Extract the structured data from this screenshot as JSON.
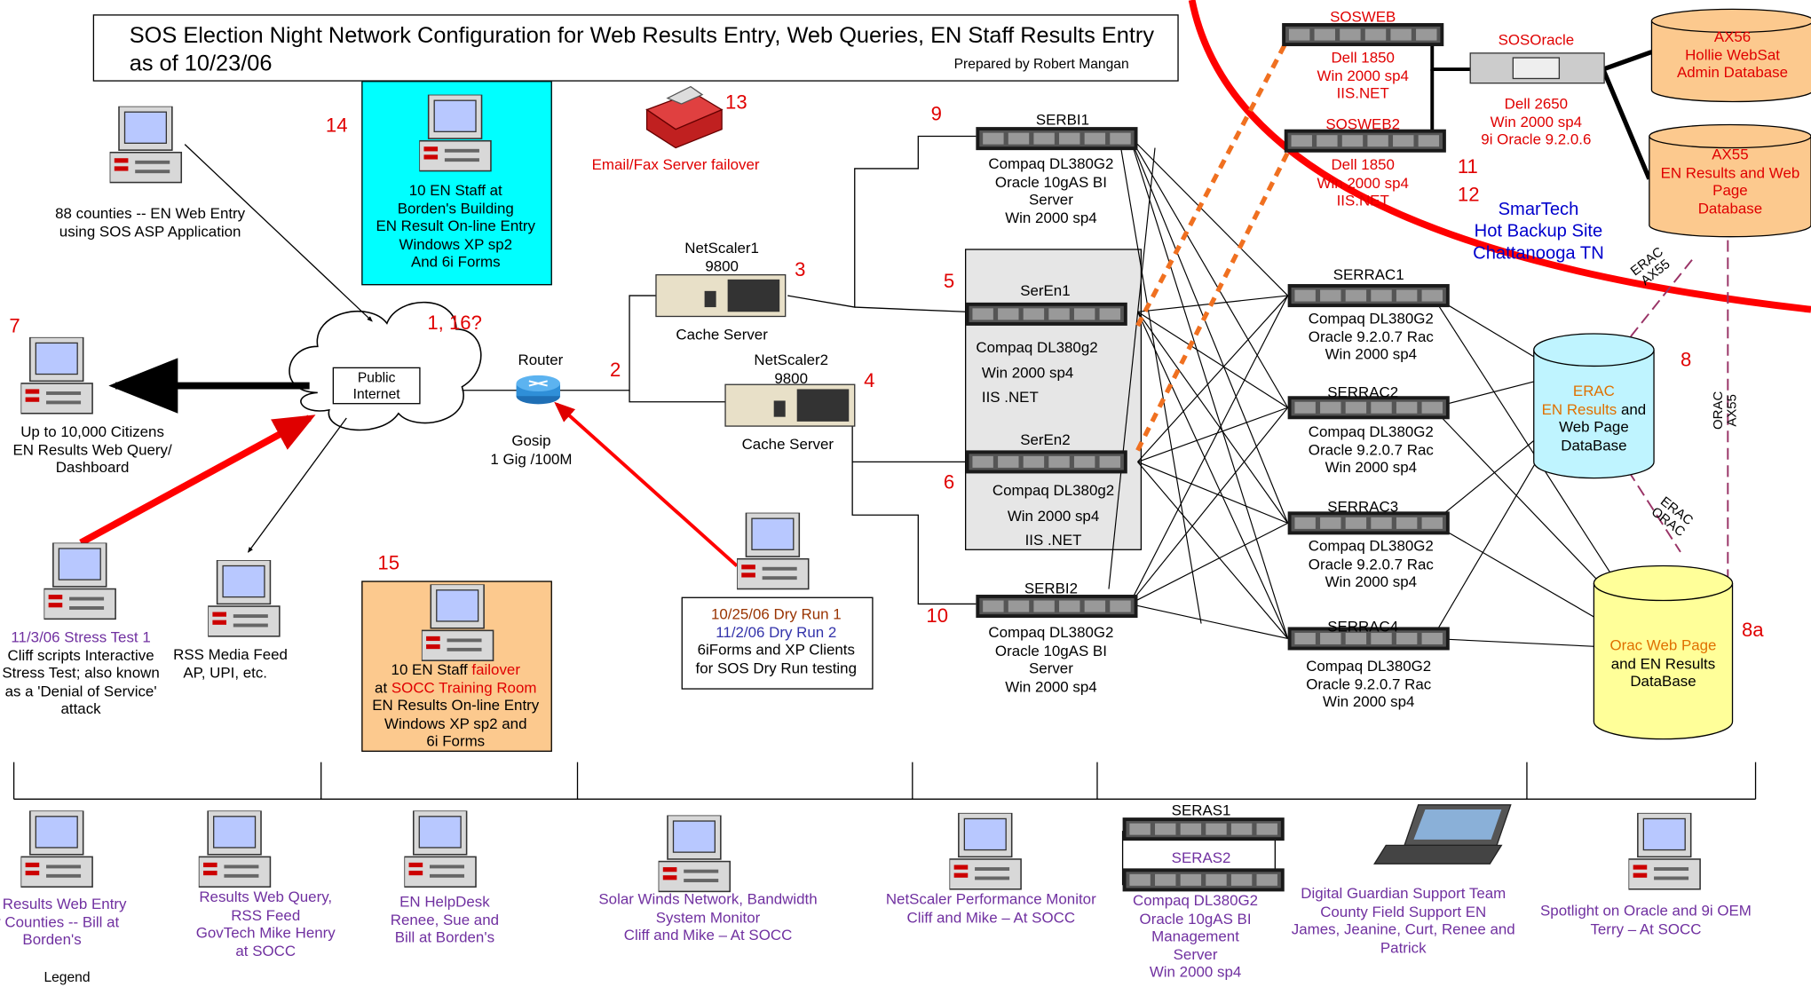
{
  "header": {
    "title_line1": "SOS Election Night Network Configuration for Web Results Entry, Web Queries, EN Staff Results Entry",
    "title_line2": "as of 10/23/06",
    "prepared_by": "Prepared by Robert Mangan"
  },
  "numbers": {
    "n1_16": "1, 16?",
    "n2": "2",
    "n3": "3",
    "n4": "4",
    "n5": "5",
    "n6": "6",
    "n7": "7",
    "n8": "8",
    "n8a": "8a",
    "n9": "9",
    "n10": "10",
    "n11": "11",
    "n12": "12",
    "n13": "13",
    "n14": "14",
    "n15": "15"
  },
  "nodes": {
    "counties": [
      "88 counties -- EN Web Entry",
      "using SOS ASP Application"
    ],
    "borden_staff": [
      "10 EN Staff at",
      "Borden's Building",
      "EN Result On-line Entry",
      "Windows XP sp2",
      "And 6i Forms"
    ],
    "email_fax": "Email/Fax Server failover",
    "citizens": [
      "Up to 10,000 Citizens",
      "EN Results Web Query/",
      "Dashboard"
    ],
    "internet": [
      "Public",
      "Internet"
    ],
    "router": "Router",
    "gosip": [
      "Gosip",
      "1 Gig /100M"
    ],
    "netscaler1": [
      "NetScaler1",
      "9800"
    ],
    "netscaler2": [
      "NetScaler2",
      "9800"
    ],
    "cache_server1": "Cache Server",
    "cache_server2": "Cache Server",
    "stress_test": {
      "title": "11/3/06 Stress Test 1",
      "lines": [
        "Cliff scripts  Interactive",
        "Stress Test; also known",
        "as a 'Denial of Service'",
        "attack"
      ]
    },
    "rss_feed": [
      "RSS Media Feed",
      "AP, UPI, etc."
    ],
    "socc_staff": {
      "l1a": "10 EN Staff ",
      "l1b": "failover",
      "l2a": "at ",
      "l2b": "SOCC Training Room",
      "l3": "EN Results On-line Entry",
      "l4": "Windows XP sp2 and",
      "l5": "6i Forms"
    },
    "dry_run": {
      "run1": "10/25/06 Dry Run 1",
      "run2": "11/2/06 Dry Run 2",
      "l3": "6iForms and XP Clients",
      "l4": "for SOS Dry Run testing"
    },
    "serbi1": {
      "name": "SERBI1",
      "lines": [
        "Compaq DL380G2",
        "Oracle 10gAS BI",
        "Server",
        "Win 2000 sp4"
      ]
    },
    "seren1": {
      "name": "SerEn1",
      "lines": [
        "Compaq DL380g2",
        "Win 2000 sp4",
        "IIS .NET"
      ]
    },
    "seren2": {
      "name": "SerEn2",
      "lines": [
        "Compaq DL380g2",
        "Win 2000 sp4",
        "IIS .NET"
      ]
    },
    "serbi2": {
      "name": "SERBI2",
      "lines": [
        "Compaq DL380G2",
        "Oracle 10gAS BI",
        "Server",
        "Win 2000 sp4"
      ]
    },
    "sosweb": {
      "name": "SOSWEB",
      "lines": [
        "Dell 1850",
        "Win 2000 sp4",
        "IIS.NET"
      ]
    },
    "sosweb2": {
      "name": "SOSWEB2",
      "lines": [
        "Dell 1850",
        "Win 2000 sp4",
        "IIS.NET"
      ]
    },
    "sosoracle": {
      "name": "SOSOracle",
      "lines": [
        "Dell 2650",
        "Win 2000 sp4",
        "9i Oracle 9.2.0.6"
      ]
    },
    "ax56": [
      "AX56",
      "Hollie WebSat",
      "Admin Database"
    ],
    "ax55": [
      "AX55",
      "EN Results and Web",
      "Page",
      "Database"
    ],
    "smartech": [
      "SmarTech",
      "Hot Backup Site",
      "Chattanooga TN"
    ],
    "serrac1": {
      "name": "SERRAC1",
      "lines": [
        "Compaq DL380G2",
        "Oracle 9.2.0.7 Rac",
        "Win 2000 sp4"
      ]
    },
    "serrac2": {
      "name": "SERRAC2",
      "lines": [
        "Compaq DL380G2",
        "Oracle 9.2.0.7 Rac",
        "Win 2000 sp4"
      ]
    },
    "serrac3": {
      "name": "SERRAC3",
      "lines": [
        "Compaq DL380G2",
        "Oracle 9.2.0.7 Rac",
        "Win 2000 sp4"
      ]
    },
    "serrac4": {
      "name": "SERRAC4",
      "lines": [
        "Compaq  DL380G2",
        "Oracle 9.2.0.7 Rac",
        "Win 2000 sp4"
      ]
    },
    "erac_db": {
      "l1": "ERAC",
      "l2a": "EN Results",
      "l2b": " and",
      "l3": "Web Page",
      "l4": "DataBase"
    },
    "orac_db": {
      "l1": "Orac Web Page",
      "l2": "and EN Results",
      "l3": "DataBase"
    },
    "link_labels": {
      "erac_ax55_a": "ERAC",
      "erac_ax55_b": "AX55",
      "orac_ax55_a": "ORAC",
      "orac_ax55_b": "AX55",
      "erac_orac_a": "ERAC",
      "erac_orac_b": "ORAC"
    }
  },
  "bottom": {
    "web_entry": [
      "EN Results Web Entry",
      "by Counties -- Bill at",
      "Borden's"
    ],
    "web_query": [
      "Results Web Query,",
      "RSS Feed",
      "GovTech Mike Henry",
      "at SOCC"
    ],
    "helpdesk": [
      "EN HelpDesk",
      "Renee, Sue  and",
      "Bill at Borden's"
    ],
    "solarwinds": [
      "Solar Winds Network, Bandwidth",
      "System Monitor",
      "Cliff and Mike  – At SOCC"
    ],
    "netscaler_mon": [
      "NetScaler Performance Monitor",
      "Cliff and Mike – At SOCC"
    ],
    "seras": {
      "name1": "SERAS1",
      "name2": "SERAS2",
      "lines": [
        "Compaq DL380G2",
        "Oracle 10gAS BI",
        "Management",
        "Server",
        "Win 2000 sp4"
      ]
    },
    "digital_guardian": [
      "Digital Guardian Support Team",
      "County Field Support EN",
      "James, Jeanine, Curt, Renee and",
      "Patrick"
    ],
    "spotlight": [
      "Spotlight on Oracle and 9i OEM",
      "Terry – At SOCC"
    ],
    "legend": "Legend"
  },
  "colors": {
    "red": "#e00000",
    "purple": "#7030a0",
    "orange_link": "#f07020",
    "teal_box": "#00ffff",
    "peach_box": "#fcc98e",
    "erac_fill": "#bff4ff",
    "orac_fill": "#ffff99",
    "ax_fill": "#fcc98e"
  }
}
